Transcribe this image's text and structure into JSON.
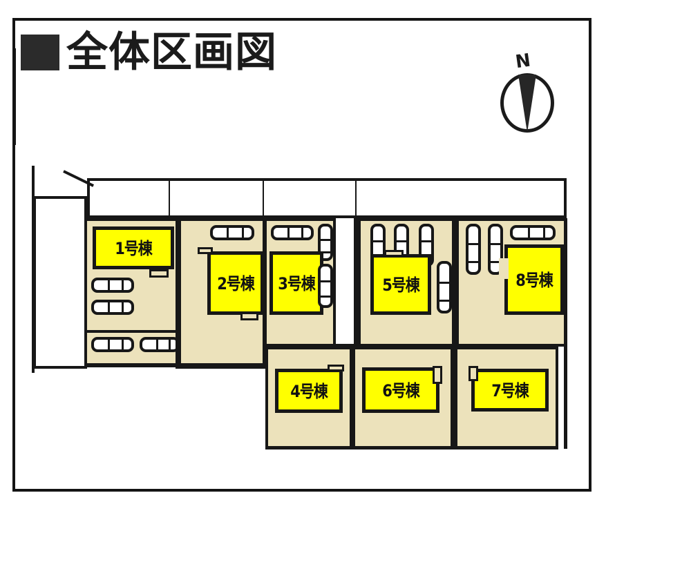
{
  "document": {
    "title": "全体区画図",
    "bullet_icon": "filled-square-bullet"
  },
  "compass": {
    "label": "N",
    "icon": "north-arrow-icon"
  },
  "colors": {
    "house_fill": "#FFFF00",
    "parcel_fill": "#ECE2BB",
    "ink": "#171717",
    "road_fill": "#FFFFFF",
    "paper": "#FFFFFF"
  },
  "site_plan": {
    "type": "property-lot-layout",
    "lot_count": 8,
    "lots": [
      {
        "id": 1,
        "label": "1号棟",
        "row": "upper",
        "parking_stalls": 4
      },
      {
        "id": 2,
        "label": "2号棟",
        "row": "upper",
        "parking_stalls": 1
      },
      {
        "id": 3,
        "label": "3号棟",
        "row": "upper",
        "parking_stalls": 3
      },
      {
        "id": 5,
        "label": "5号棟",
        "row": "upper",
        "parking_stalls": 4
      },
      {
        "id": 8,
        "label": "8号棟",
        "row": "upper",
        "parking_stalls": 4
      },
      {
        "id": 4,
        "label": "4号棟",
        "row": "lower",
        "parking_stalls": 0
      },
      {
        "id": 6,
        "label": "6号棟",
        "row": "lower",
        "parking_stalls": 0
      },
      {
        "id": 7,
        "label": "7号棟",
        "row": "lower",
        "parking_stalls": 0
      }
    ],
    "roads": [
      {
        "name": "north-road",
        "position": "top"
      },
      {
        "name": "west-road",
        "position": "left"
      }
    ]
  }
}
